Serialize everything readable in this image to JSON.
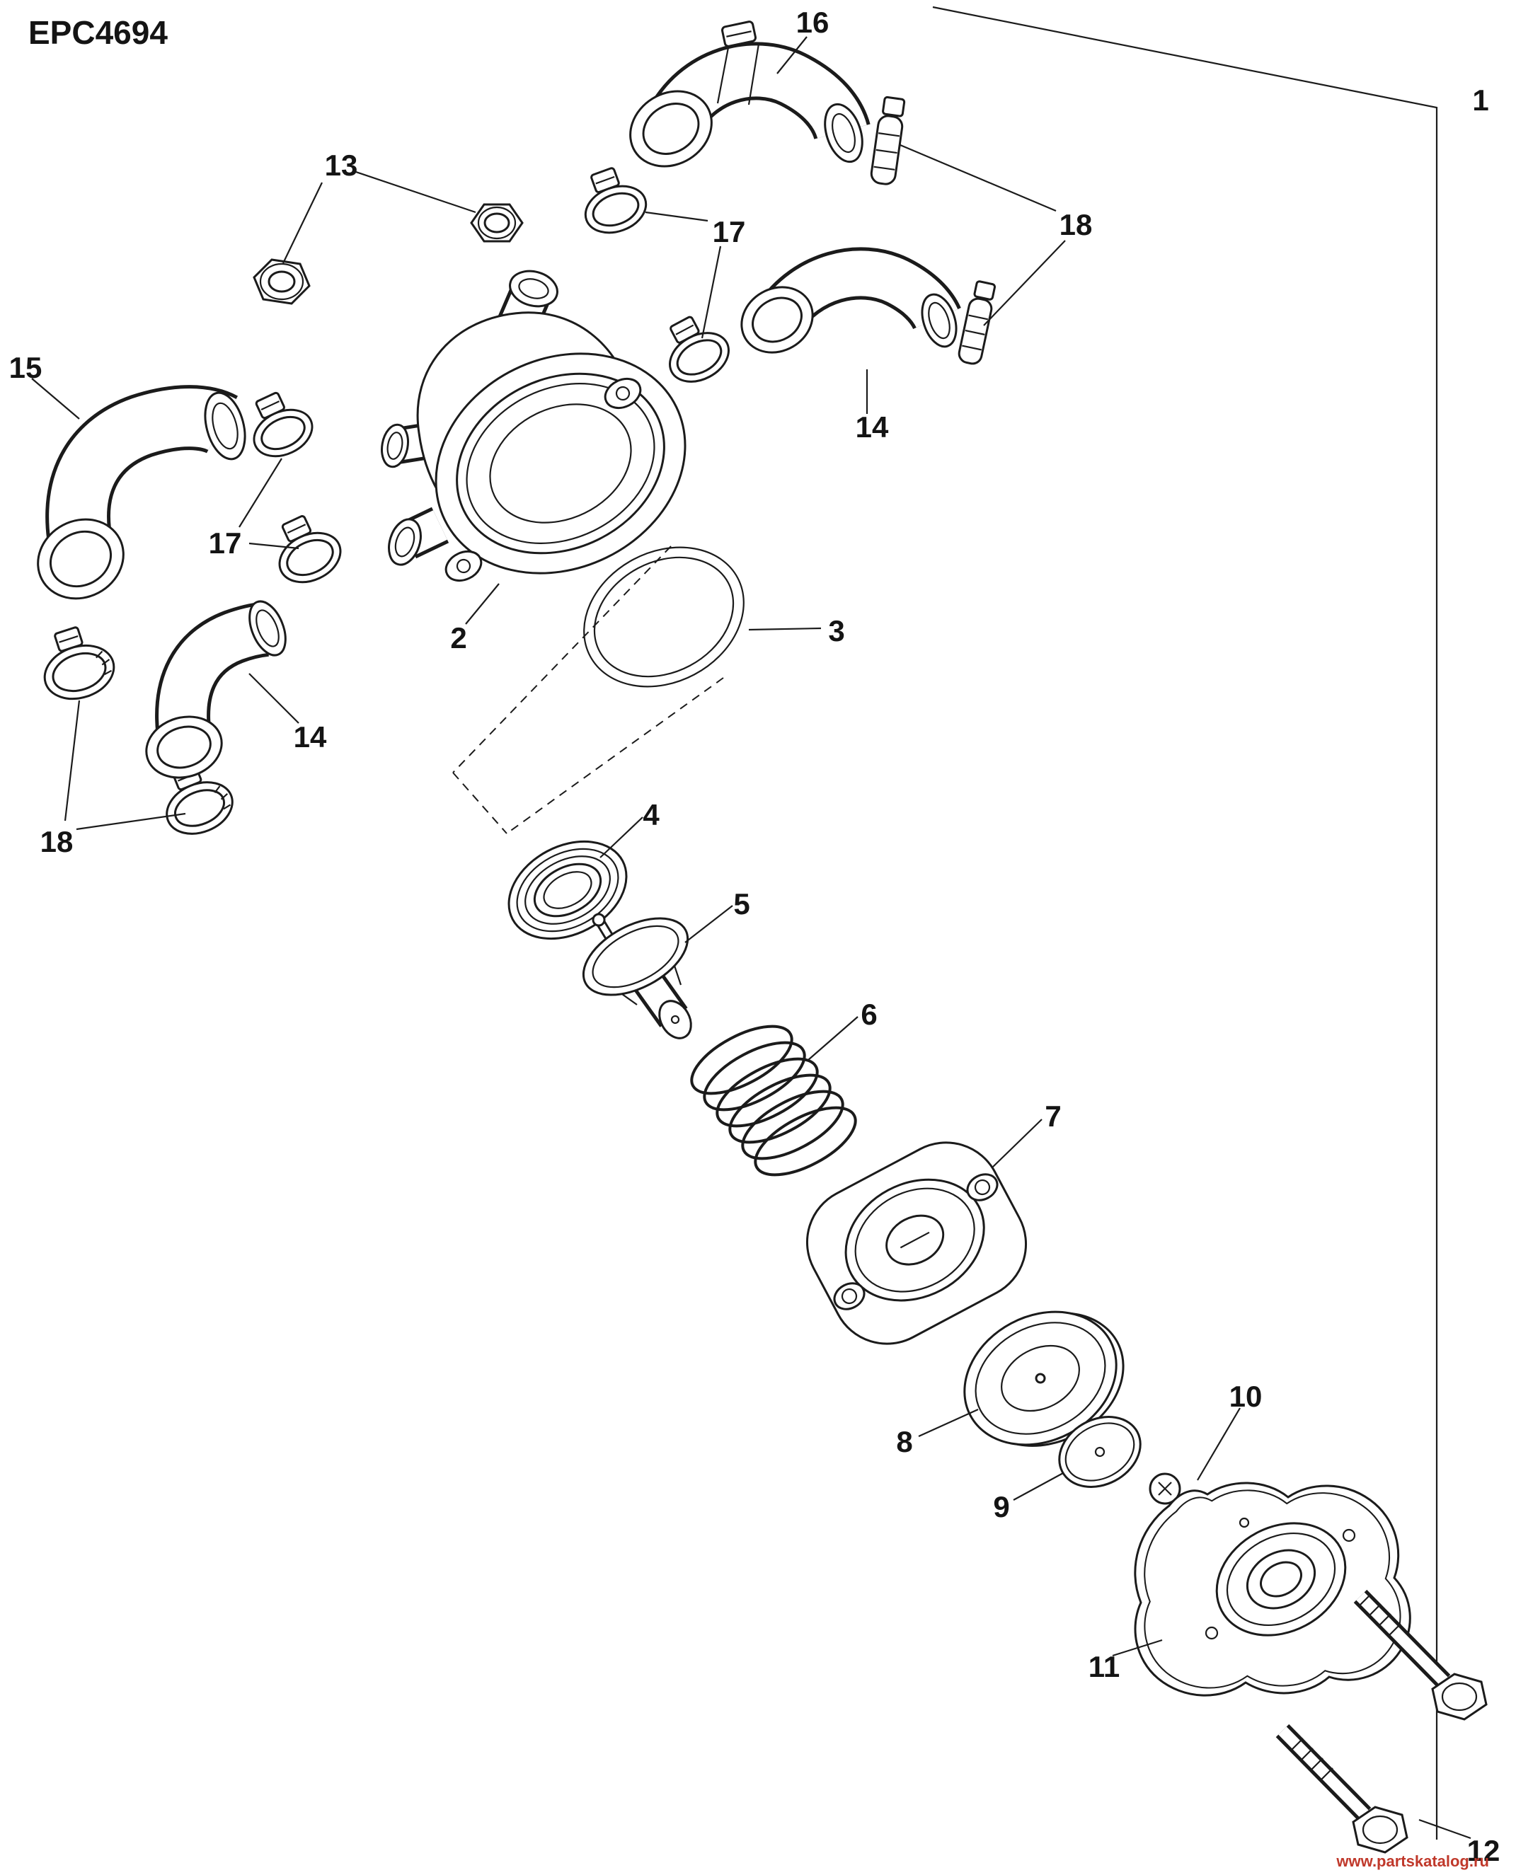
{
  "diagram": {
    "code": "EPC4694",
    "watermark": "www.partskatalog.ru",
    "watermark_color": "#c0392b",
    "callouts": [
      {
        "label": "16",
        "target": "elbow-fitting-top"
      },
      {
        "label": "1",
        "target": "thermostat-assembly-complete"
      },
      {
        "label": "13",
        "target": "hex-nuts"
      },
      {
        "label": "17",
        "target": "hose-clamps-upper"
      },
      {
        "label": "18",
        "target": "hose-clamps-upper-right"
      },
      {
        "label": "14",
        "target": "elbow-fitting-right"
      },
      {
        "label": "15",
        "target": "elbow-fitting-left"
      },
      {
        "label": "17",
        "target": "hose-clamps-left"
      },
      {
        "label": "2",
        "target": "thermostat-housing"
      },
      {
        "label": "3",
        "target": "o-ring"
      },
      {
        "label": "14",
        "target": "elbow-fitting-lower-left"
      },
      {
        "label": "18",
        "target": "hose-clamps-lower-left"
      },
      {
        "label": "4",
        "target": "seal-ring"
      },
      {
        "label": "5",
        "target": "thermostat"
      },
      {
        "label": "6",
        "target": "spring"
      },
      {
        "label": "7",
        "target": "thermostat-plate"
      },
      {
        "label": "8",
        "target": "diaphragm"
      },
      {
        "label": "9",
        "target": "washer-disc"
      },
      {
        "label": "10",
        "target": "screw"
      },
      {
        "label": "11",
        "target": "water-pressure-cover"
      },
      {
        "label": "12",
        "target": "hex-bolts"
      }
    ]
  }
}
